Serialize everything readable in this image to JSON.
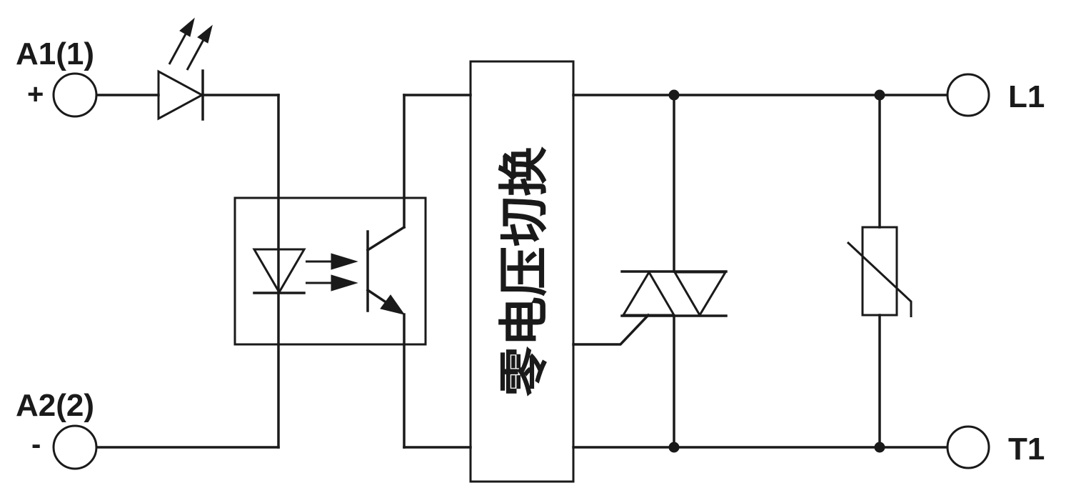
{
  "terminals": {
    "a1": {
      "label": "A1(1)",
      "polarity": "+"
    },
    "a2": {
      "label": "A2(2)",
      "polarity": "-"
    },
    "l1": {
      "label": "L1"
    },
    "t1": {
      "label": "T1"
    }
  },
  "zero_voltage_switch": {
    "label": "零电压切换"
  },
  "colors": {
    "ink": "#1a1a1a",
    "background": "#ffffff"
  }
}
